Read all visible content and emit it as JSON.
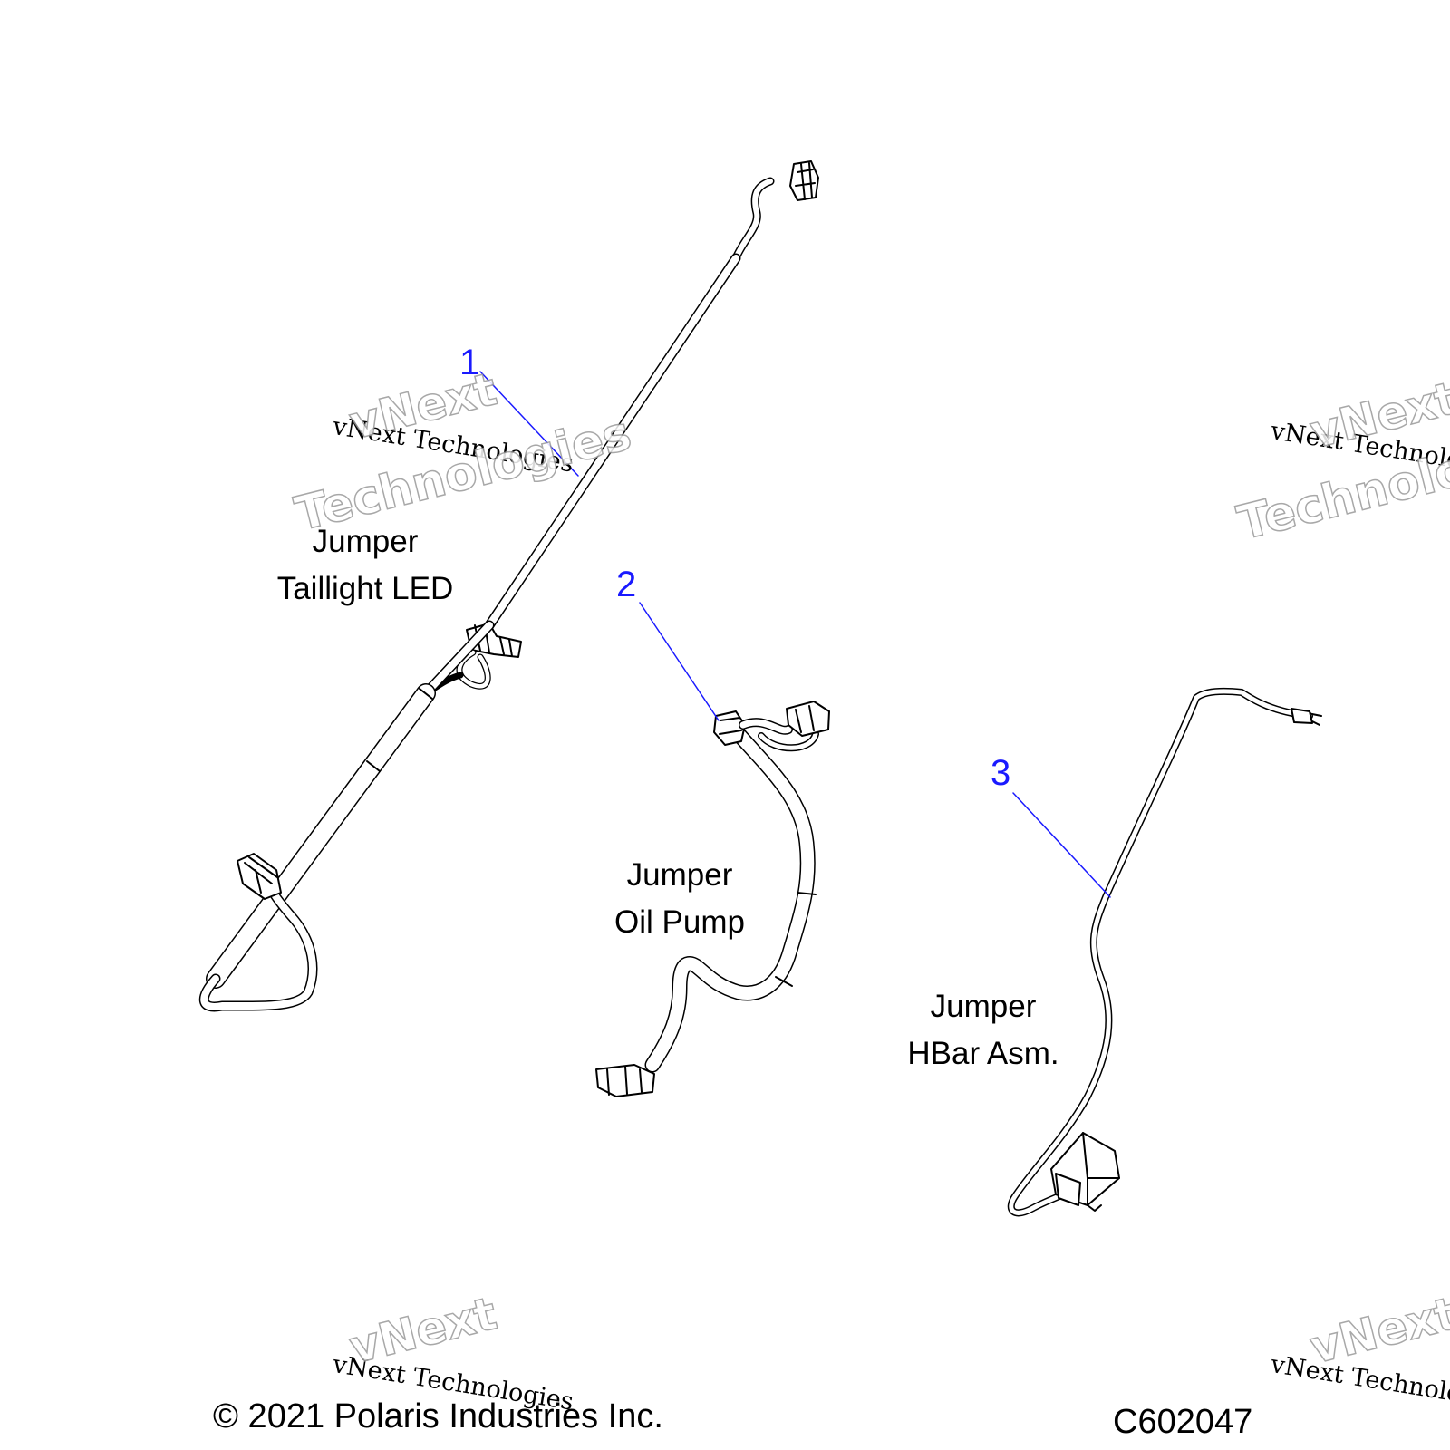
{
  "callouts": [
    {
      "number": "1",
      "label_line1": "Jumper",
      "label_line2": "Taillight LED"
    },
    {
      "number": "2",
      "label_line1": "Jumper",
      "label_line2": "Oil Pump"
    },
    {
      "number": "3",
      "label_line1": "Jumper",
      "label_line2": "HBar Asm."
    }
  ],
  "watermark": {
    "brand_small": "vNext Technologies",
    "brand_big_line1": "vNext",
    "brand_big_line2": "Technologies"
  },
  "footer": {
    "copyright": "© 2021 Polaris Industries Inc.",
    "drawing_id": "C602047"
  },
  "colors": {
    "callout": "#1a1aff",
    "line_art": "#000000",
    "watermark_outline": "#9a9a9a"
  }
}
